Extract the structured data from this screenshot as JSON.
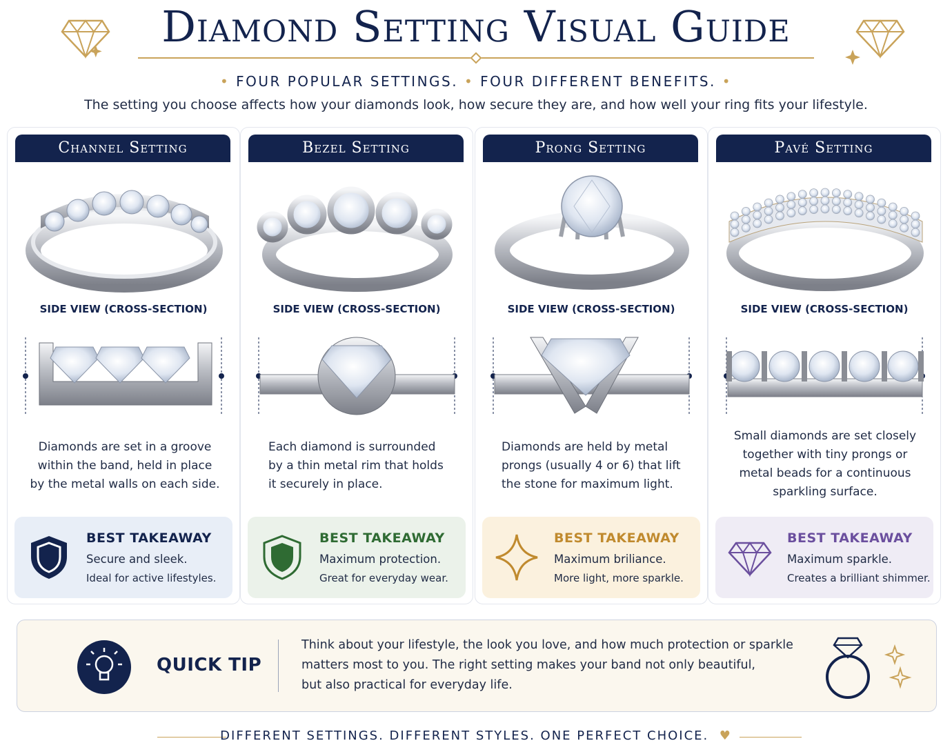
{
  "header": {
    "title": "Diamond Setting Visual Guide",
    "subtitle_part1": "FOUR POPULAR SETTINGS.",
    "subtitle_part2": "FOUR DIFFERENT BENEFITS.",
    "intro": "The setting you choose affects how your diamonds look, how secure they are, and how well your ring fits your lifestyle."
  },
  "cards": [
    {
      "title": "Channel Setting",
      "side_label": "SIDE VIEW (CROSS-SECTION)",
      "desc": [
        "Diamonds are set in a groove",
        "within the band, held in place",
        "by the metal walls on each side."
      ],
      "takeaway_title": "BEST TAKEAWAY",
      "takeaway_line1": "Secure and sleek.",
      "takeaway_line2": "Ideal for active lifestyles.",
      "icon": "shield-icon",
      "accent": "#13234d",
      "bg": "#e8eef7"
    },
    {
      "title": "Bezel Setting",
      "side_label": "SIDE VIEW (CROSS-SECTION)",
      "desc": [
        "Each diamond is surrounded",
        "by a thin metal rim that holds",
        "it securely in place."
      ],
      "takeaway_title": "BEST TAKEAWAY",
      "takeaway_line1": "Maximum protection.",
      "takeaway_line2": "Great for everyday wear.",
      "icon": "shield-icon",
      "accent": "#2f6b33",
      "bg": "#ebf2ea"
    },
    {
      "title": "Prong Setting",
      "side_label": "SIDE VIEW (CROSS-SECTION)",
      "desc": [
        "Diamonds are held by metal",
        "prongs (usually 4 or 6) that lift",
        "the stone for maximum light."
      ],
      "takeaway_title": "BEST TAKEAWAY",
      "takeaway_line1": "Maximum briliance.",
      "takeaway_line2": "More light, more sparkle.",
      "icon": "sparkle-icon",
      "accent": "#c08a2e",
      "bg": "#fbf1de"
    },
    {
      "title": "Pavé Setting",
      "side_label": "SIDE VIEW (CROSS-SECTION)",
      "desc": [
        "Small diamonds are set closely",
        "together with tiny prongs or",
        "metal beads for a continuous",
        "sparkling surface."
      ],
      "takeaway_title": "BEST TAKEAWAY",
      "takeaway_line1": "Maximum sparkle.",
      "takeaway_line2": "Creates a brilliant shimmer.",
      "icon": "diamond-icon",
      "accent": "#6b4f9e",
      "bg": "#efecf5"
    }
  ],
  "tip": {
    "label": "QUICK TIP",
    "lines": [
      "Think about your lifestyle, the look you love, and how much protection or sparkle",
      "matters most to you. The right setting makes your band not only beautiful,",
      "but also practical for everyday life."
    ]
  },
  "footer": {
    "text": "DIFFERENT SETTINGS. DIFFERENT STYLES.  ONE PERFECT CHOICE."
  },
  "colors": {
    "navy": "#13234d",
    "gold": "#c9a35a"
  }
}
